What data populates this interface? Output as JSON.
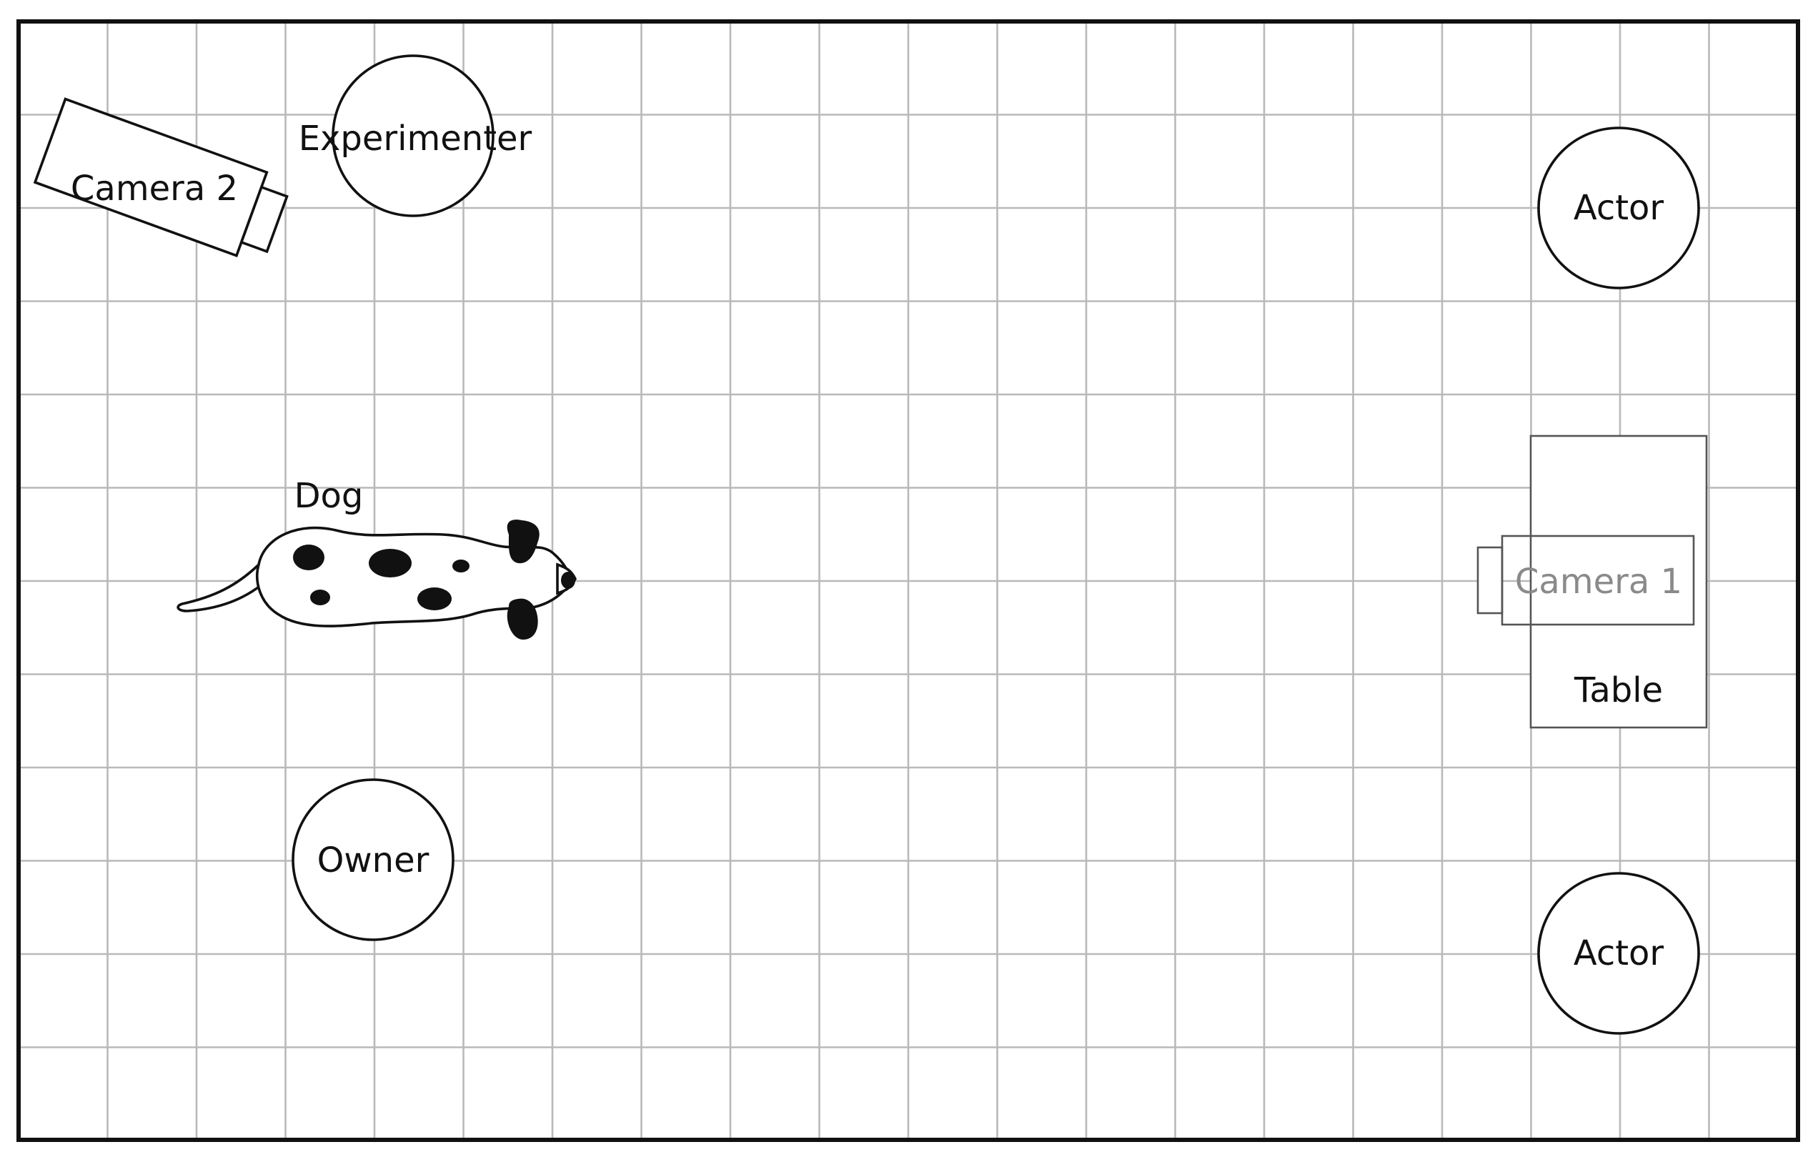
{
  "labels": {
    "experimenter": "Experimenter",
    "camera2": "Camera 2",
    "actor_top": "Actor",
    "dog": "Dog",
    "camera1": "Camera 1",
    "table": "Table",
    "owner": "Owner",
    "actor_bottom": "Actor"
  },
  "colors": {
    "grid": "#b9b9b9",
    "border": "#111111",
    "camera1_text": "#8a8a8a"
  }
}
